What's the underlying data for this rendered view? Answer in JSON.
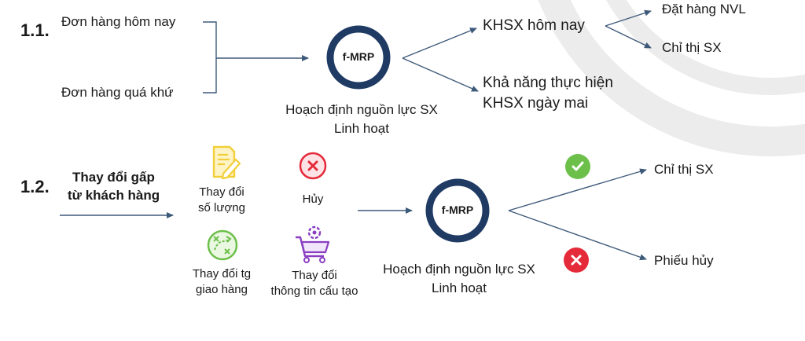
{
  "colors": {
    "ring": "#1f3b64",
    "arrow": "#3e5a7a",
    "green": "#6cc04a",
    "red": "#e52a3a",
    "yellow": "#f2cf3a",
    "purple": "#8a3fc2",
    "bg_arc": "#ececec"
  },
  "section1": {
    "number": "1.1.",
    "input_today": "Đơn hàng hôm nay",
    "input_past": "Đơn hàng quá khứ",
    "hub_label": "f-MRP",
    "hub_caption_line1": "Hoạch định nguồn lực SX",
    "hub_caption_line2": "Linh hoạt",
    "output_plan": "KHSX hôm nay",
    "output_plan_sub1": "Đặt hàng NVL",
    "output_plan_sub2": "Chỉ thị SX",
    "output_ability_line1": "Khả năng thực hiện",
    "output_ability_line2": "KHSX ngày mai"
  },
  "section2": {
    "number": "1.2.",
    "trigger_line1": "Thay đổi gấp",
    "trigger_line2": "từ khách hàng",
    "change_qty_line1": "Thay đổi",
    "change_qty_line2": "số lượng",
    "cancel": "Hủy",
    "change_time_line1": "Thay đổi tg",
    "change_time_line2": "giao hàng",
    "change_info_line1": "Thay đổi",
    "change_info_line2": "thông tin cấu tạo",
    "hub_label": "f-MRP",
    "hub_caption_line1": "Hoạch định nguồn lực SX",
    "hub_caption_line2": "Linh hoạt",
    "output_ok": "Chỉ thị SX",
    "output_cancel": "Phiếu hủy"
  },
  "icons": {
    "document": "document-edit-icon",
    "cancel": "cancel-x-icon",
    "route": "route-icon",
    "cart": "cart-gear-icon",
    "check": "check-icon",
    "cross": "cross-icon"
  }
}
